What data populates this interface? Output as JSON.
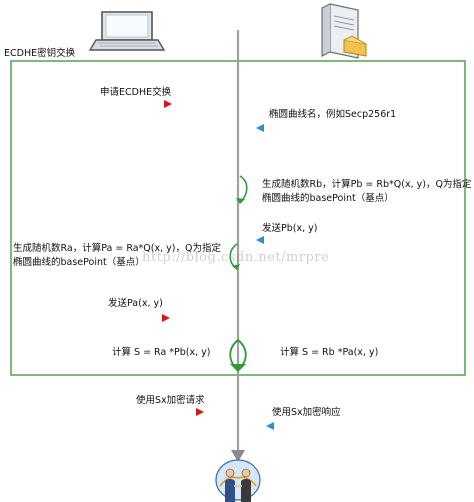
{
  "frame": {
    "title": "ECDHE密钥交换"
  },
  "watermark": "http://blog.csdn.net/mrpre",
  "actors": {
    "client": "laptop-icon",
    "server": "server-icon",
    "bottom": "handshake-people-icon"
  },
  "colors": {
    "frame_border": "#5aa85a",
    "client_arrow": "#e02020",
    "server_arrow": "#3a9ad8",
    "lifeline": "#9a9a9a",
    "curl": "#2e9a3a"
  },
  "steps": {
    "s1": "申请ECDHE交换",
    "s2": "椭圆曲线名，例如Secp256r1",
    "s3a": "生成随机数Rb，计算Pb = Rb*Q(x, y)，Q为指定",
    "s3b": "椭圆曲线的basePoint（基点）",
    "s4": "发送Pb(x, y)",
    "s5a": "生成随机数Ra，计算Pa = Ra*Q(x, y)，Q为指定",
    "s5b": "椭圆曲线的basePoint（基点）",
    "s6": "发送Pa(x, y)",
    "s7": "计算 S = Ra *Pb(x, y)",
    "s8": "计算 S = Rb *Pa(x, y)",
    "s9": "使用Sx加密请求",
    "s10": "使用Sx加密响应"
  }
}
